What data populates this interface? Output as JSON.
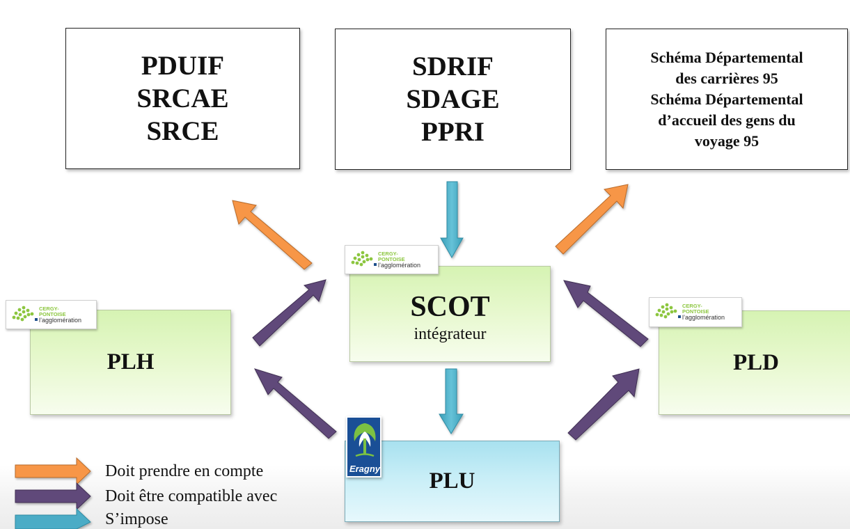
{
  "boxes": {
    "top_left": {
      "lines": [
        "PDUIF",
        "SRCAE",
        "SRCE"
      ]
    },
    "top_middle": {
      "lines": [
        "SDRIF",
        "SDAGE",
        "PPRI"
      ]
    },
    "top_right": {
      "lines": [
        "Schéma Départemental",
        "des carrières 95",
        "Schéma Départemental",
        "d’accueil des gens du",
        "voyage 95"
      ]
    },
    "scot": {
      "title": "SCOT",
      "subtitle": "intégrateur"
    },
    "plh": {
      "label": "PLH"
    },
    "pld": {
      "label": "PLD"
    },
    "plu": {
      "label": "PLU"
    }
  },
  "logos": {
    "cergy": {
      "line1": "CERGY-",
      "line2": "PONTOISE",
      "line3": "l’agglomération"
    },
    "eragny": {
      "name": "Eragny"
    }
  },
  "legend": [
    {
      "label": "Doit prendre en compte",
      "color": "#f79646"
    },
    {
      "label": "Doit être compatible avec",
      "color": "#60497a"
    },
    {
      "label": "S’impose",
      "color": "#4bacc6"
    }
  ],
  "colors": {
    "orange": "#f79646",
    "purple": "#60497a",
    "blue": "#4bacc6",
    "green_logo": "#8cc63f"
  }
}
